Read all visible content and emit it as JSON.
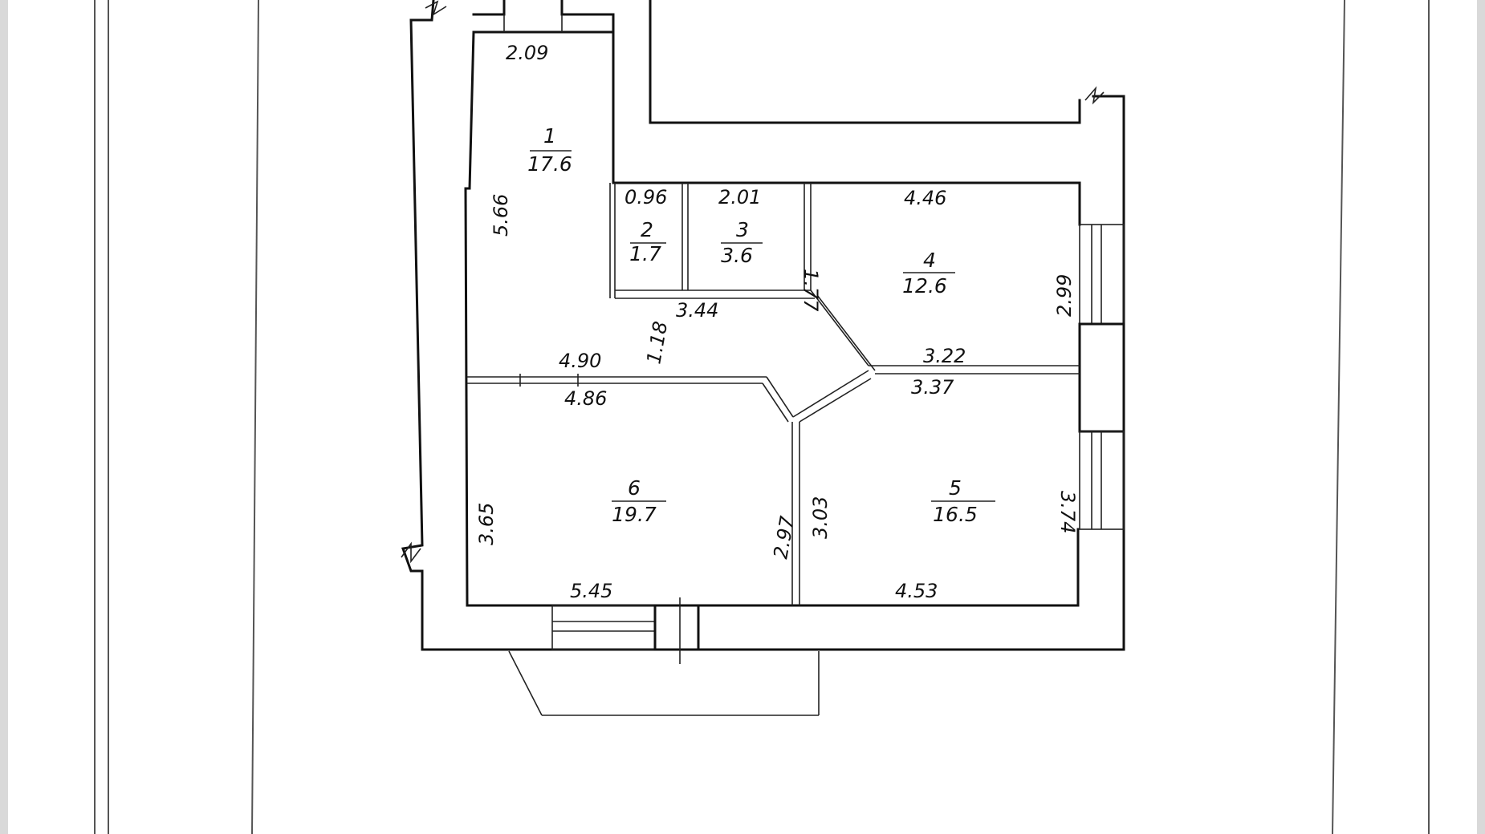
{
  "rooms": [
    {
      "number": "1",
      "area": "17.6"
    },
    {
      "number": "2",
      "area": "1.7"
    },
    {
      "number": "3",
      "area": "3.6"
    },
    {
      "number": "4",
      "area": "12.6"
    },
    {
      "number": "5",
      "area": "16.5"
    },
    {
      "number": "6",
      "area": "19.7"
    }
  ],
  "dimensions": {
    "top_entry": "2.09",
    "room1_height": "5.66",
    "room2_width": "0.96",
    "room3_width": "2.01",
    "room3_height": "1.77",
    "hall_width": "3.44",
    "hall_height": "1.18",
    "room4_width": "4.46",
    "room4_height": "2.99",
    "room4_bottom": "3.22",
    "hall_left": "4.90",
    "room6_top": "4.86",
    "room6_left": "3.65",
    "room6_right": "2.97",
    "room6_bottom": "5.45",
    "room5_top": "3.37",
    "room5_left": "3.03",
    "room5_right": "3.74",
    "room5_bottom": "4.53"
  }
}
